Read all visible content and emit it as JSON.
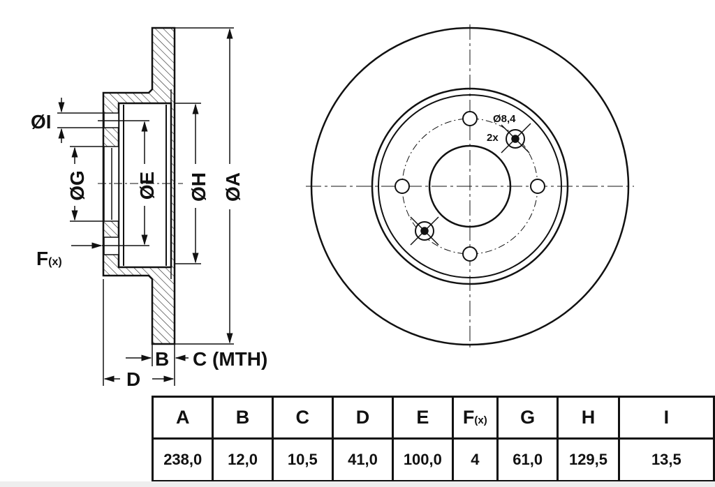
{
  "drawing": {
    "side_labels": {
      "A": "ØA",
      "E": "ØE",
      "H": "ØH",
      "G": "ØG",
      "I": "ØI",
      "F": "F",
      "F_sub": "(x)",
      "B": "B",
      "C": "C (MTH)",
      "D": "D"
    },
    "front_labels": {
      "hole_dia": "Ø8,4",
      "hole_count": "2x"
    }
  },
  "table": {
    "headers": [
      "A",
      "B",
      "C",
      "D",
      "E",
      "F",
      "G",
      "H",
      "I"
    ],
    "f_suffix": "(x)",
    "values": [
      "238,0",
      "12,0",
      "10,5",
      "41,0",
      "100,0",
      "4",
      "61,0",
      "129,5",
      "13,5"
    ]
  }
}
